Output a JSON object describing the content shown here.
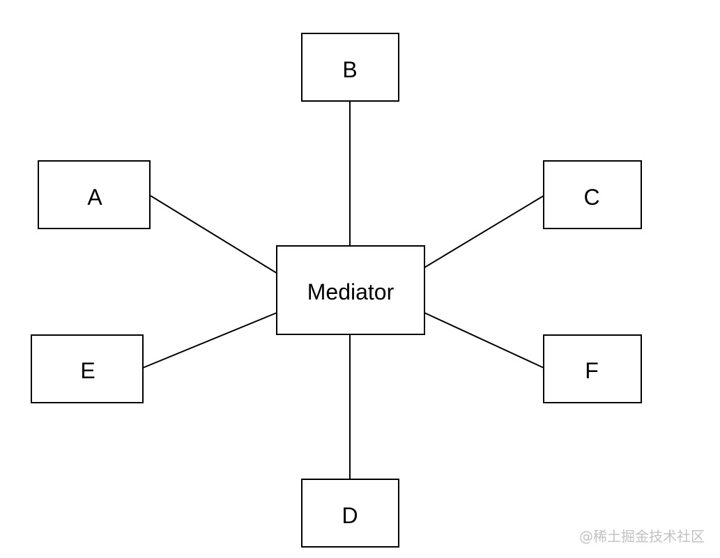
{
  "diagram": {
    "nodes": {
      "mediator": "Mediator",
      "a": "A",
      "b": "B",
      "c": "C",
      "d": "D",
      "e": "E",
      "f": "F"
    }
  },
  "watermark": "@稀土掘金技术社区"
}
